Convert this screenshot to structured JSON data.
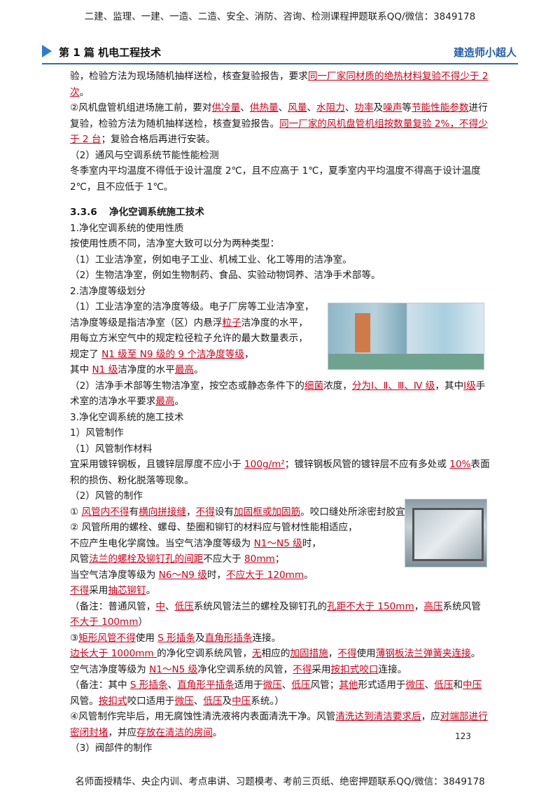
{
  "top_banner": "二建、监理、一建、一造、二造、安全、消防、咨询、检测课程押题联系QQ/微信：3849178",
  "header": {
    "section": "第 1 篇  机电工程技术",
    "brand": "建造师小超人"
  },
  "lines": {
    "l1a": "验，检验方法为现场随机抽样送检，核查复验报告，要求",
    "l1b": "同一厂家同材质的绝热材料复验不得少于 2 次",
    "l1c": "。",
    "l2a": "②风机盘管机组进场施工前，要对",
    "l2b": "供冷量",
    "l2c": "、",
    "l2d": "供热量",
    "l2e": "、",
    "l2f": "风量",
    "l2g": "、",
    "l2h": "水阻力",
    "l2i": "、",
    "l2j": "功率",
    "l2k": "及",
    "l2l": "噪声",
    "l2m": "等",
    "l2n": "节能性能参数",
    "l2o": "进行复验，检验方法为随机抽样送检，核查复验报告。",
    "l2p": "同一厂家的风机盘管机组按数量复验 2%，不得少于 2 台",
    "l2q": "；复验合格后再进行安装。",
    "l3": "（2）通风与空调系统节能性能检测",
    "l4": "冬季室内平均温度不得低于设计温度 2℃，且不应高于 1℃，夏季室内平均温度不得高于设计温度 2℃，且不应低于 1℃。",
    "h336_num": "3.3.6",
    "h336_title": "净化空调系统施工技术",
    "l5": "1.净化空调系统的使用性质",
    "l6": "按使用性质不同，洁净室大致可以分为两种类型：",
    "l7": "（1）工业洁净室，例如电子工业、机械工业、化工等用的洁净室。",
    "l8": "（2）生物洁净室，例如生物制药、食品、实验动物饲养、洁净手术部等。",
    "l9": "2.洁净度等级划分",
    "l10": "（1）工业洁净室的洁净度等级。电子厂房等工业洁净室，",
    "l11a": "洁净度等级是指洁净室（区）内悬浮",
    "l11b": "粒子",
    "l11c": "洁净度的水平，",
    "l12": "用每立方米空气中的规定粒径粒子允许的最大数量表示，",
    "l13a": "规定了 ",
    "l13b": "N1 级至 N9 级的 9 个洁净度等级",
    "l13c": "，",
    "l14a": "其中 ",
    "l14b": "N1 级",
    "l14c": "洁净度的水平",
    "l14d": "最高",
    "l14e": "。",
    "l15a": "（2）洁净手术部等生物洁净室，按空态或静态条件下的",
    "l15b": "细菌",
    "l15c": "浓度，",
    "l15d": "分为Ⅰ、Ⅱ、Ⅲ、Ⅳ 级",
    "l15e": "，其中",
    "l15f": "Ⅰ级",
    "l15g": "手术室的洁净水平要求",
    "l15h": "最高",
    "l15i": "。",
    "l16": "3.净化空调系统的施工技术",
    "l17": "1）风管制作",
    "l18": "（1）风管制作材料",
    "l19a": "宜采用镀锌钢板，且镀锌层厚度不应小于 ",
    "l19b": "100g/m²",
    "l19c": "；镀锌钢板风管的镀锌层不应有多处或 ",
    "l19d": "10%",
    "l19e": "表面积的损伤、粉化脱落等现象。",
    "l20": "（2）风管的制作",
    "l21a": "① ",
    "l21b": "风管内不得",
    "l21c": "有",
    "l21d": "横向拼接缝",
    "l21e": "，",
    "l21f": "不得",
    "l21g": "设有",
    "l21h": "加固框或加固筋",
    "l21i": "。咬口缝处所涂密封胶宜在正压侧。",
    "l22": "② 风管所用的螺栓、螺母、垫圈和铆钉的材料应与管材性能相适应，",
    "l23": "不应产生电化学腐蚀。当空气洁净度等级为 ",
    "l23b": "N1～N5 级",
    "l23c": "时，",
    "l24a": "风管",
    "l24b": "法兰的螺栓及铆钉孔的间距",
    "l24c": "不应大于 ",
    "l24d": "80mm",
    "l24e": "；",
    "l25a": "当空气洁净度等级为 ",
    "l25b": "N6～N9 级",
    "l25c": "时，",
    "l25d": "不应大于 120mm",
    "l25e": "。",
    "l26a": "不得",
    "l26b": "采用",
    "l26c": "抽芯铆钉",
    "l26d": "。",
    "l27a": "（备注：普通风管，",
    "l27b": "中",
    "l27c": "、",
    "l27d": "低压",
    "l27e": "系统风管法兰的螺栓及铆钉孔的",
    "l27f": "孔距不大于 150mm",
    "l27g": "，",
    "l27h": "高压",
    "l27i": "系统风管",
    "l27j": "不大于 100mm",
    "l27k": "）",
    "l28a": "③",
    "l28b": "矩形风管不得",
    "l28c": "使用 ",
    "l28d": "S 形插条",
    "l28e": "及",
    "l28f": "直角形插条",
    "l28g": "连接。",
    "l29a": "边长大于 1000mm ",
    "l29b": "的净化空调系统风管，",
    "l29c": "无",
    "l29d": "相应的",
    "l29e": "加固措施",
    "l29f": "，",
    "l29g": "不得",
    "l29h": "使用",
    "l29i": "薄钢板法兰弹簧夹连接",
    "l29j": "。",
    "l30a": "空气洁净度等级为 ",
    "l30b": "N1～N5 级",
    "l30c": "净化空调系统的风管，",
    "l30d": "不得",
    "l30e": "采用",
    "l30f": "按扣式咬口",
    "l30g": "连接。",
    "l31a": "（备注：其中 ",
    "l31b": "S 形插条",
    "l31c": "、",
    "l31d": "直角形平插条",
    "l31e": "适用于",
    "l31f": "微压",
    "l31g": "、",
    "l31h": "低压",
    "l31i": "风管；",
    "l31j": "其他",
    "l31k": "形式适用于",
    "l31l": "微压",
    "l31m": "、",
    "l31n": "低压",
    "l31o": "和",
    "l31p": "中压",
    "l31q": "风管。",
    "l31r": "按扣式",
    "l31s": "咬口适用于",
    "l31t": "微压",
    "l31u": "、",
    "l31v": "低压",
    "l31w": "及",
    "l31x": "中压",
    "l31y": "系统。）",
    "l32a": "④风管制作完毕后，用无腐蚀性清洗液将内表面清洗干净。风管",
    "l32b": "清洗达到清洁要求后",
    "l32c": "，应",
    "l32d": "对端部进行密闭封堵",
    "l32e": "，并应",
    "l32f": "存放在清洁的房间",
    "l32g": "。",
    "l33": "（3）阀部件的制作"
  },
  "page_number": "123",
  "bottom_banner": "名师面授精华、央企内训、考点串讲、习题模考、考前三页纸、绝密押题联系QQ/微信：3849178",
  "colors": {
    "accent": "#2b7bd6",
    "highlight": "#d0021b",
    "brand": "#1f5fae"
  }
}
